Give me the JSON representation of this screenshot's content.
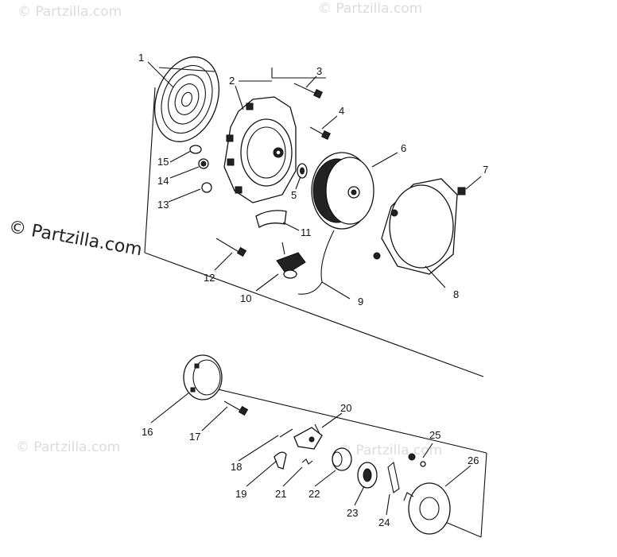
{
  "watermarks": {
    "top_left": "© Partzilla.com",
    "top_right": "© Partzilla.com",
    "main": "© Partzilla.com",
    "bottom_left": "© Partzilla.com",
    "bottom_right": "© Partzilla.com"
  },
  "callouts": {
    "p1": "1",
    "p2": "2",
    "p3": "3",
    "p4": "4",
    "p5": "5",
    "p6": "6",
    "p7": "7",
    "p8": "8",
    "p9": "9",
    "p10": "10",
    "p11": "11",
    "p12": "12",
    "p13": "13",
    "p14": "14",
    "p15": "15",
    "p16": "16",
    "p17": "17",
    "p18": "18",
    "p19": "19",
    "p20": "20",
    "p21": "21",
    "p22": "22",
    "p23": "23",
    "p24": "24",
    "p25": "25",
    "p26": "26"
  },
  "colors": {
    "ink": "#111111",
    "watermark": "#dcdcdc",
    "background": "#ffffff"
  }
}
